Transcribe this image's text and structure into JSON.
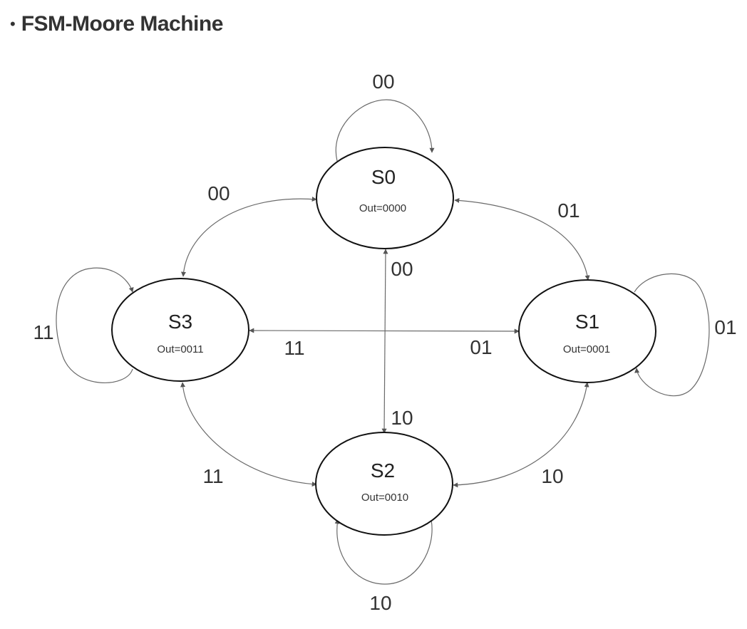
{
  "slide": {
    "bullet": "•",
    "title": "FSM-Moore Machine"
  },
  "states": [
    {
      "id": "S0",
      "name": "S0",
      "output": "Out=0000"
    },
    {
      "id": "S1",
      "name": "S1",
      "output": "Out=0001"
    },
    {
      "id": "S2",
      "name": "S2",
      "output": "Out=0010"
    },
    {
      "id": "S3",
      "name": "S3",
      "output": "Out=0011"
    }
  ],
  "transitions": [
    {
      "id": "s0-self",
      "from": "S0",
      "to": "S0",
      "label": "00"
    },
    {
      "id": "s1-self",
      "from": "S1",
      "to": "S1",
      "label": "01"
    },
    {
      "id": "s2-self",
      "from": "S2",
      "to": "S2",
      "label": "10"
    },
    {
      "id": "s3-self",
      "from": "S3",
      "to": "S3",
      "label": "11"
    },
    {
      "id": "to-s0-from-s3",
      "from": "S3",
      "to": "S0",
      "label": "00"
    },
    {
      "id": "to-s3-from-s0",
      "from": "S0",
      "to": "S3",
      "label": ""
    },
    {
      "id": "to-s0-from-s2",
      "from": "S2",
      "to": "S0",
      "label": "00"
    },
    {
      "id": "to-s2-from-s0",
      "from": "S0",
      "to": "S2",
      "label": "10"
    },
    {
      "id": "to-s1-from-s0",
      "from": "S0",
      "to": "S1",
      "label": "01"
    },
    {
      "id": "to-s1-from-s3",
      "from": "S3",
      "to": "S1",
      "label": "01"
    },
    {
      "id": "to-s3-from-s1",
      "from": "S1",
      "to": "S3",
      "label": "11"
    },
    {
      "id": "to-s2-from-s1",
      "from": "S1",
      "to": "S2",
      "label": "10"
    },
    {
      "id": "to-s3-from-s2",
      "from": "S2",
      "to": "S3",
      "label": "11"
    }
  ]
}
